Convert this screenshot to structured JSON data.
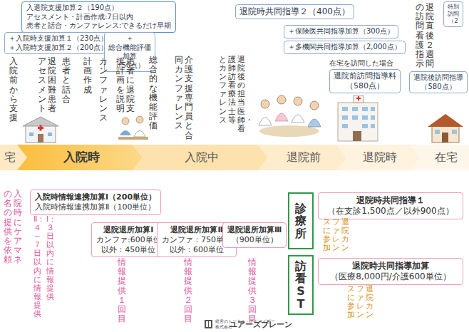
{
  "diagram": {
    "nodes": [
      {
        "text": [
          "入退院支援加算２（190点）",
          "アセスメント・計画作成:7日以内",
          "患者と話合・カンファレンス:できるだけ早期"
        ]
      },
      {
        "text": [
          "＋入院時支援加算１（230点）",
          "＋入院時支援加算２（200点）"
        ]
      },
      {
        "text": [
          "＋総合機能評価 加算（50点）"
        ]
      },
      {
        "text": [
          "退院時共同指導２（400点）"
        ]
      },
      {
        "text": [
          "＋保険医共同指導加算（300点）"
        ]
      },
      {
        "text": [
          "＋多機関共同指導加算（2,000点）"
        ]
      },
      {
        "text": [
          "退院前訪問指導料 （580点）"
        ]
      },
      {
        "text": [
          "特別 訪問 （2"
        ]
      },
      {
        "text": [
          "退院後訪問指導 （580点）"
        ]
      },
      {
        "text": [
          "宅"
        ]
      },
      {
        "text": [
          "入院時"
        ]
      },
      {
        "text": [
          "入院中"
        ]
      },
      {
        "text": [
          "退院前"
        ]
      },
      {
        "text": [
          "退院時"
        ]
      },
      {
        "text": [
          "在宅"
        ]
      },
      {
        "text": [
          "入院時情報連携加算Ⅰ（200単位）",
          "入院時情報連携加算Ⅱ（100単位）"
        ]
      },
      {
        "text": [
          "退院退所加算Ⅰ",
          "カンファ:600単位",
          "以外：450単位"
        ]
      },
      {
        "text": [
          "退院退所加算Ⅱ",
          "カンファ：750単位",
          "以外：600単位"
        ]
      },
      {
        "text": [
          "退院退所加算Ⅲ",
          "（900単位）"
        ]
      },
      {
        "text": [
          "診療所"
        ]
      },
      {
        "text": [
          "退院時共同指導１",
          "（在支診1,500点／以外900点）"
        ]
      },
      {
        "text": [
          "訪看ST"
        ]
      },
      {
        "text": [
          "退院時共同指導加算",
          "（医療8,000円/介護600単位）"
        ]
      }
    ],
    "labels": [
      "入院前から支援",
      "退院困難患者アセスメント",
      "患者と話合",
      "計画作成",
      "カンファレンス",
      "患者に退院支援計画を説明",
      "総合的な機能評価",
      "介護支援専門員と合同カンファレンス",
      "退院後の担当医師・看護師・訪看・療法士等とカンファレンス",
      "在宅を訪問した場合",
      "退院直後２週間の訪問看護指示",
      "入院時にケアマネの名の提供を依頼",
      "Ⅰ：３日以内に情報提供",
      "Ⅱ：４～７日以内に情報提供",
      "情報提供１回目",
      "情報提供２回目",
      "情報提供３回目",
      "退院カンファレンスに参加",
      "退院カンファレンスに参加",
      "経営のトータル・アドバイザー",
      "株式会社",
      "ユアーズブレーン"
    ]
  }
}
